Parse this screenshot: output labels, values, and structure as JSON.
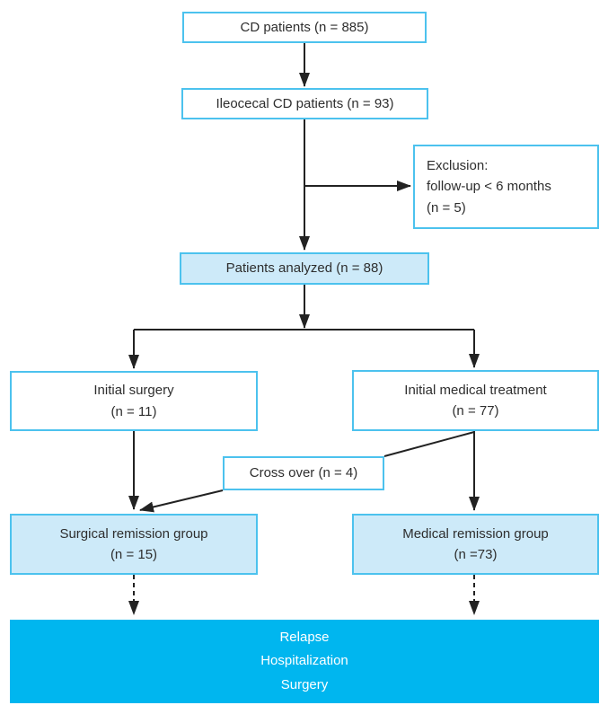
{
  "figure": {
    "type": "flowchart",
    "colors": {
      "box_border": "#4cc2ee",
      "light_fill": "#cdeaf9",
      "outcome_fill": "#00b6ef",
      "text": "#2e2e2e",
      "arrow": "#222222",
      "white_fill": "#ffffff"
    }
  },
  "nodes": {
    "cd_patients": {
      "label": "CD patients (n = 885)"
    },
    "ileocecal": {
      "label": "Ileocecal CD patients (n = 93)"
    },
    "exclusion": {
      "lines": [
        "Exclusion:",
        "follow-up < 6 months",
        "(n = 5)"
      ]
    },
    "analyzed": {
      "label": "Patients analyzed (n = 88)"
    },
    "initial_surgery": {
      "lines": [
        "Initial surgery",
        "(n = 11)"
      ]
    },
    "initial_medical": {
      "lines": [
        "Initial medical treatment",
        "(n = 77)"
      ]
    },
    "crossover": {
      "label": "Cross over (n = 4)"
    },
    "surgical_remission": {
      "lines": [
        "Surgical remission group",
        "(n = 15)"
      ]
    },
    "medical_remission": {
      "lines": [
        "Medical remission group",
        "(n =73)"
      ]
    },
    "outcome": {
      "lines": [
        "Relapse",
        "Hospitalization",
        "Surgery"
      ]
    }
  }
}
